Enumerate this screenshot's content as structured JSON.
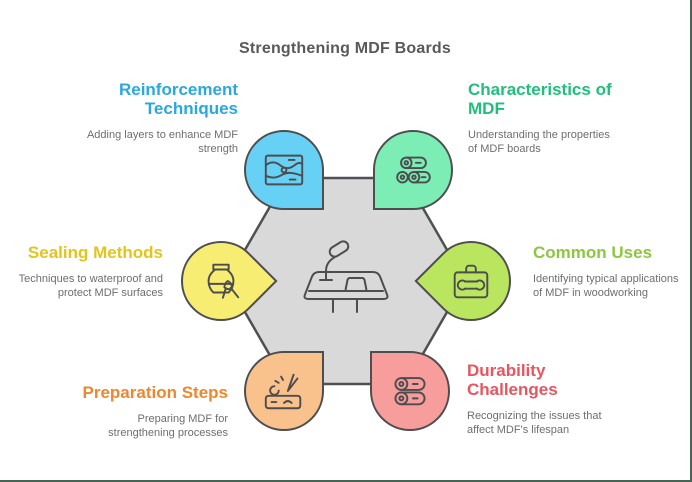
{
  "page": {
    "title": "Strengthening MDF Boards",
    "background": "#ffffff",
    "frame_color": "#476353",
    "outline_color": "#4e4e50",
    "title_color": "#58595b",
    "description_color": "#6d6e71"
  },
  "center": {
    "shape": "rounded-hexagon",
    "fill": "#d9d9d9",
    "outline": "#4f5052",
    "icon": "podium-microphone-icon"
  },
  "nodes": [
    {
      "id": "reinforcement-techniques",
      "position": "top-left",
      "title": "Reinforcement\nTechniques",
      "description": "Adding layers to enhance MDF\nstrength",
      "title_color": "#29a8e0",
      "bubble_color": "#66d1f5",
      "icon": "wood-board-icon"
    },
    {
      "id": "characteristics-of-mdf",
      "position": "top-right",
      "title": "Characteristics of\nMDF",
      "description": "Understanding the properties\nof MDF boards",
      "title_color": "#20bf7c",
      "bubble_color": "#7cedb5",
      "icon": "log-stack-icon"
    },
    {
      "id": "sealing-methods",
      "position": "mid-left",
      "title": "Sealing Methods",
      "description": "Techniques to waterproof and\nprotect MDF surfaces",
      "title_color": "#e3c51a",
      "bubble_color": "#f8ed73",
      "icon": "vase-paintbrush-icon"
    },
    {
      "id": "common-uses",
      "position": "mid-right",
      "title": "Common Uses",
      "description": "Identifying typical applications\nof MDF in woodworking",
      "title_color": "#8dc63f",
      "bubble_color": "#b9e55f",
      "icon": "toolbox-wrench-icon"
    },
    {
      "id": "preparation-steps",
      "position": "bottom-left",
      "title": "Preparation Steps",
      "description": "Preparing MDF for\nstrengthening processes",
      "title_color": "#ef862d",
      "bubble_color": "#f9c28d",
      "icon": "wood-carving-icon"
    },
    {
      "id": "durability-challenges",
      "position": "bottom-right",
      "title": "Durability\nChallenges",
      "description": "Recognizing the issues that\naffect MDF's lifespan",
      "title_color": "#e7555f",
      "bubble_color": "#f79d9c",
      "icon": "stacked-logs-icon"
    }
  ]
}
